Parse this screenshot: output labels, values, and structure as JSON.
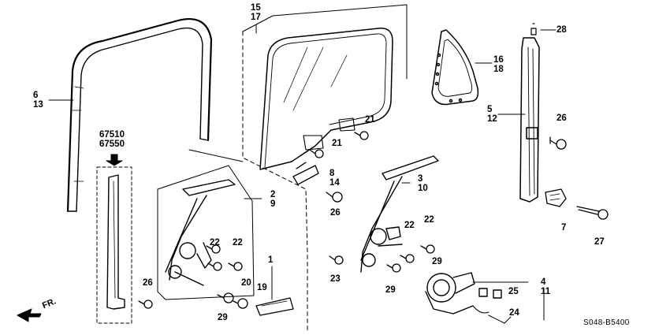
{
  "callouts": {
    "c6_13": [
      "6",
      "13"
    ],
    "c15_17": [
      "15",
      "17"
    ],
    "c16_18": [
      "16",
      "18"
    ],
    "c28": [
      "28"
    ],
    "c5_12": [
      "5",
      "12"
    ],
    "c26_right": [
      "26"
    ],
    "c7": [
      "7"
    ],
    "c27": [
      "27"
    ],
    "c67510": [
      "67510",
      "67550"
    ],
    "c21_top": [
      "21"
    ],
    "c21_mid": [
      "21"
    ],
    "c8_14": [
      "8",
      "14"
    ],
    "c26_center": [
      "26"
    ],
    "c3_10": [
      "3",
      "10"
    ],
    "c2_9": [
      "2",
      "9"
    ],
    "c22_a": [
      "22"
    ],
    "c22_b": [
      "22"
    ],
    "c22_c": [
      "22"
    ],
    "c22_d": [
      "22"
    ],
    "c1": [
      "1"
    ],
    "c19": [
      "19"
    ],
    "c20": [
      "20"
    ],
    "c29_a": [
      "29"
    ],
    "c29_b": [
      "29"
    ],
    "c29_c": [
      "29"
    ],
    "c23": [
      "23"
    ],
    "c26_left": [
      "26"
    ],
    "c4_11": [
      "4",
      "11"
    ],
    "c25": [
      "25"
    ],
    "c24": [
      "24"
    ]
  },
  "front_indicator": "FR.",
  "diagram_code": "S048-B5400"
}
